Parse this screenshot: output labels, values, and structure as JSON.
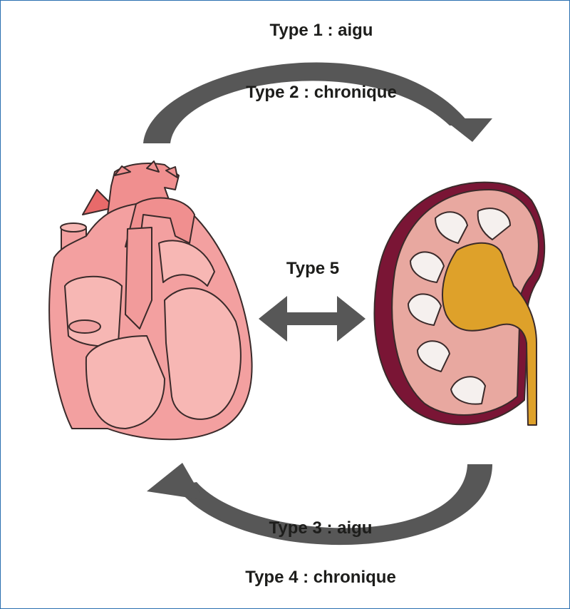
{
  "labels": {
    "type1": "Type 1 : aigu",
    "type2": "Type 2 : chronique",
    "type3": "Type 3 : aigu",
    "type4": "Type 4 : chronique",
    "type5": "Type 5"
  },
  "colors": {
    "frame": "#2a6fb0",
    "arrow": "#575757",
    "heart_fill": "#f3a0a0",
    "heart_light": "#f7b7b4",
    "heart_stroke": "#3a2a2a",
    "kidney_cortex": "#e8a8a0",
    "kidney_capsule": "#7a1535",
    "kidney_pelvis": "#dea12a",
    "kidney_pyramid": "#f5f0ee"
  },
  "icons": [
    "heart-illustration",
    "kidney-illustration"
  ]
}
